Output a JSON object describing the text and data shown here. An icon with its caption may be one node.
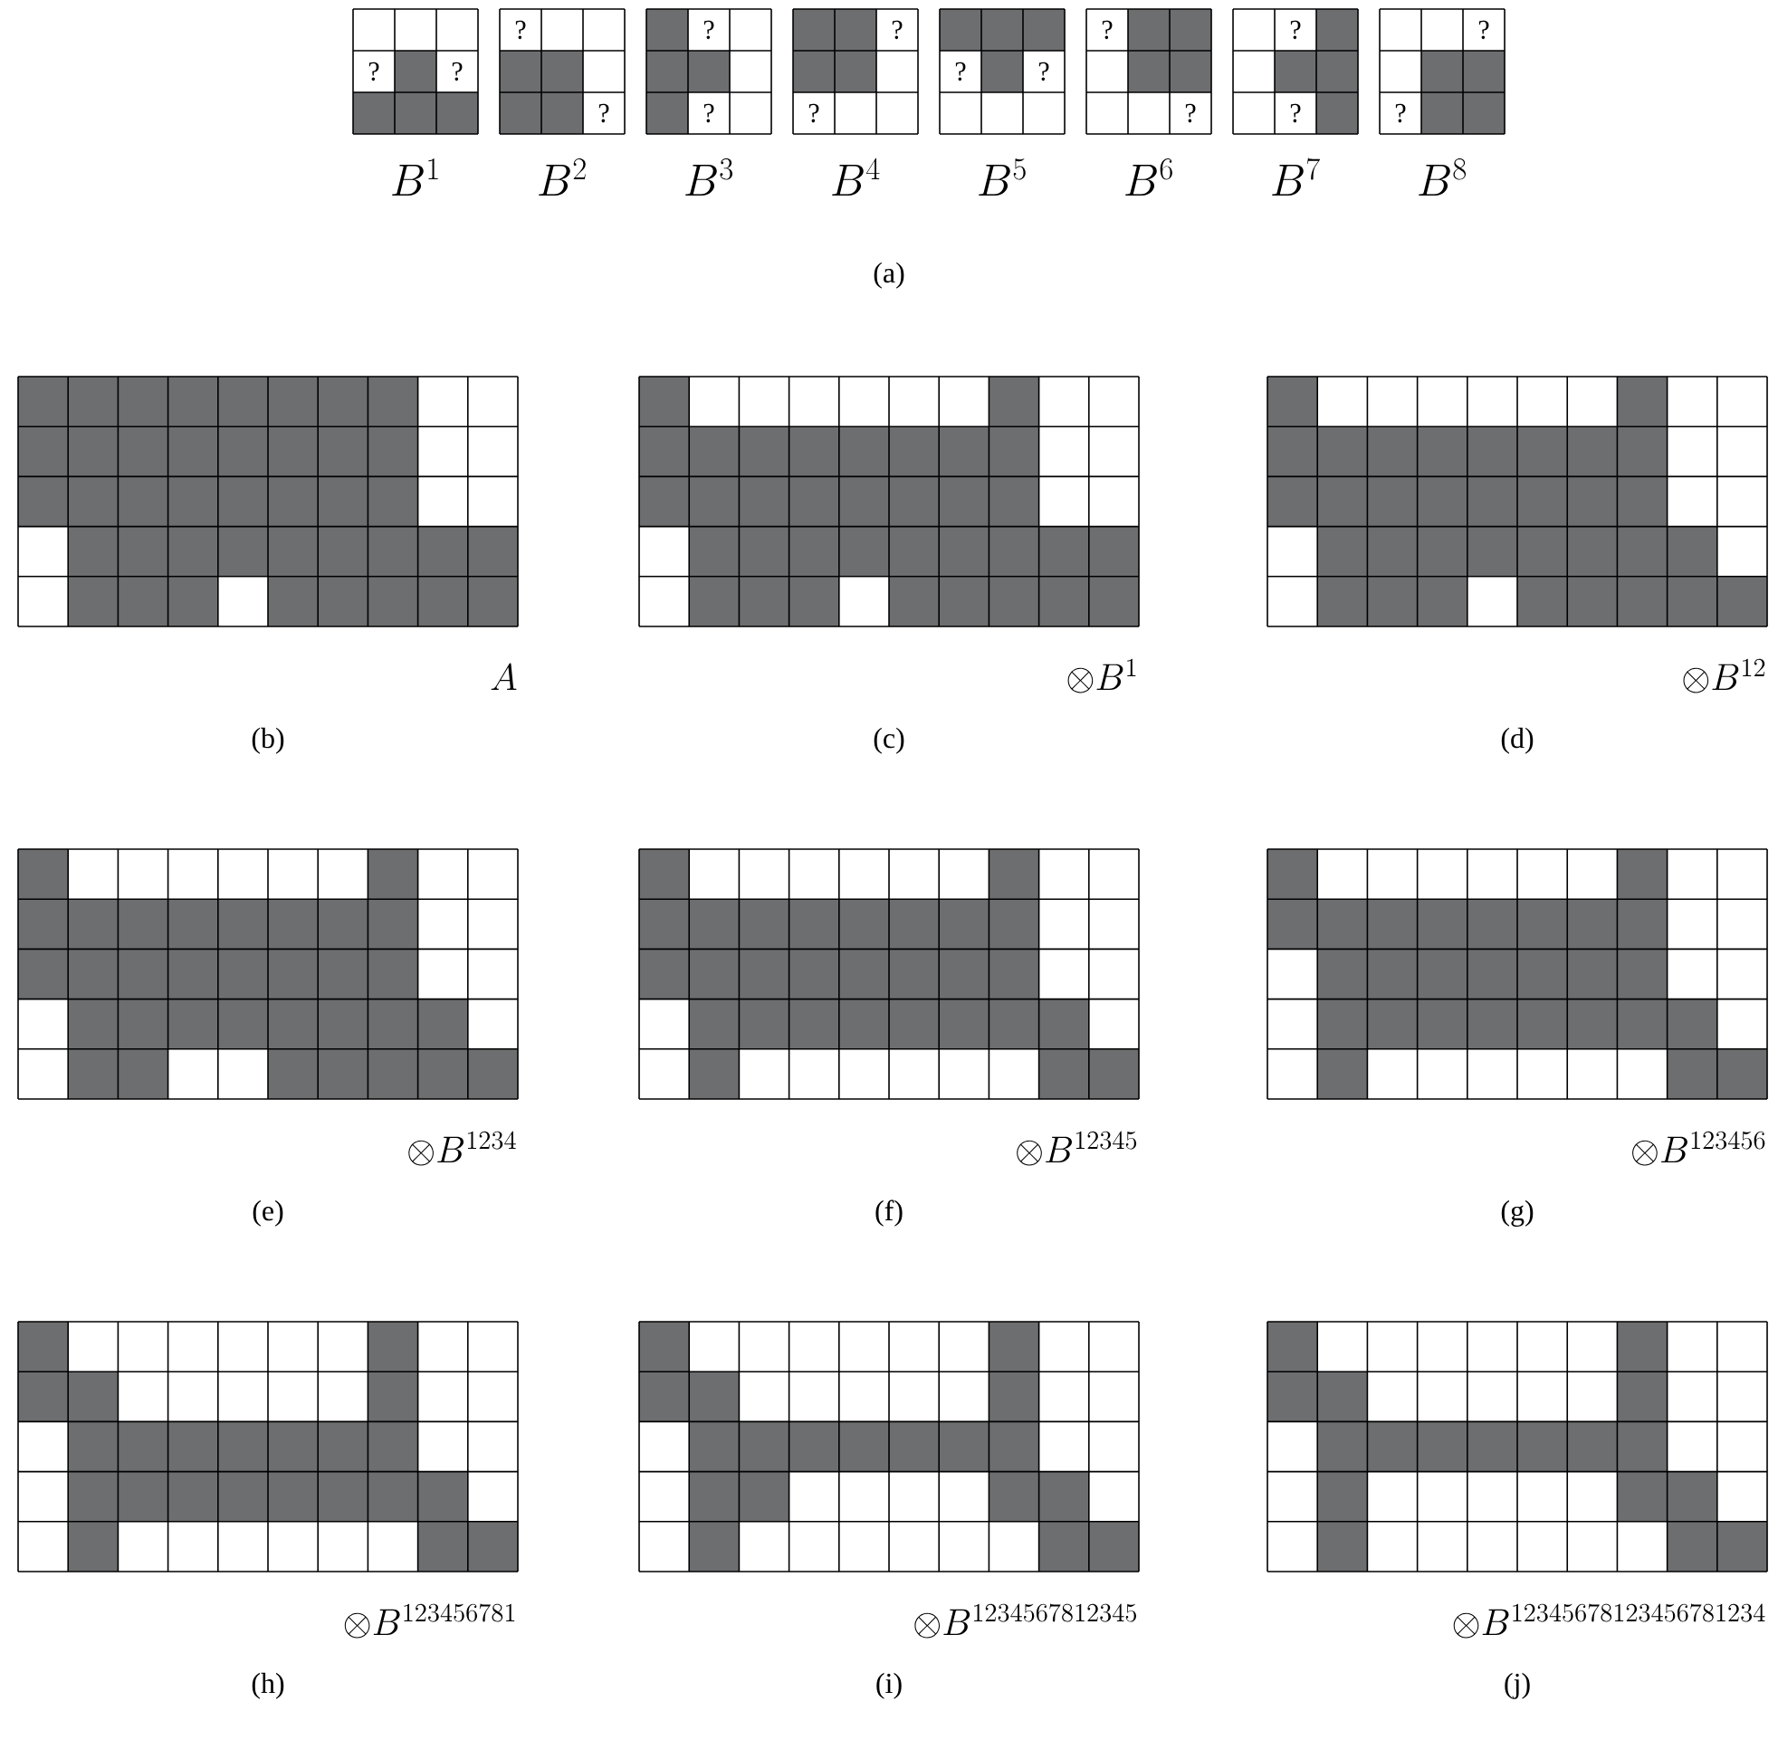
{
  "diagram": {
    "labels": [
      "?",
      "?",
      "B^{1}",
      "?",
      "?",
      "B^{2}",
      "?",
      "?",
      "B^{3}",
      "?",
      "?",
      "B^{4}",
      "?",
      "?",
      "B^{5}",
      "?",
      "?",
      "B^{6}",
      "?",
      "?",
      "B^{7}",
      "?",
      "?",
      "B^{8}",
      "(a)",
      "A",
      "(b)",
      "\\otimes B^{1}",
      "(c)",
      "\\otimes B^{12}",
      "(d)",
      "\\otimes B^{1234}",
      "(e)",
      "\\otimes B^{12345}",
      "(f)",
      "\\otimes B^{123456}",
      "(g)",
      "\\otimes B^{123456781}",
      "(h)",
      "\\otimes B^{1234567812345}",
      "(i)",
      "\\otimes B^{12345678123456781234}",
      "(j)"
    ]
  }
}
